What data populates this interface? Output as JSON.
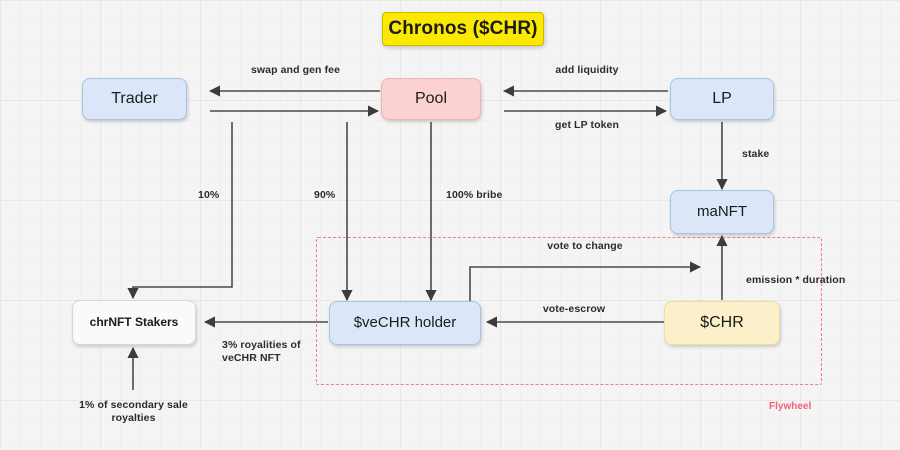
{
  "diagram": {
    "title": "Chronos ($CHR)",
    "background_color": "#f4f4f4",
    "title_color": "#fbe900",
    "flywheel_color": "#f4798c"
  },
  "nodes": {
    "trader": {
      "label": "Trader",
      "color": "#dbe7f8"
    },
    "pool": {
      "label": "Pool",
      "color": "#fbd1d1"
    },
    "lp": {
      "label": "LP",
      "color": "#dbe7f8"
    },
    "manft": {
      "label": "maNFT",
      "color": "#dbe7f8"
    },
    "stakers": {
      "label": "chrNFT Stakers",
      "color": "#fafafa"
    },
    "vechr": {
      "label": "$veCHR holder",
      "color": "#dbe7f8"
    },
    "chr": {
      "label": "$CHR",
      "color": "#fbf0c9"
    }
  },
  "edges": {
    "swap_and_gen_fee": "swap and gen fee",
    "trader_to_pool": "",
    "add_liquidity": "add liquidity",
    "get_lp_token": "get LP token",
    "stake": "stake",
    "ten_percent": "10%",
    "ninety_percent": "90%",
    "hundred_bribe": "100% bribe",
    "vote_to_change": "vote to change",
    "vote_escrow": "vote-escrow",
    "emission_duration": "emission * duration",
    "royalties_three": "3% royalities of\nveCHR NFT",
    "royalties_one": "1% of secondary sale\nroyalties"
  },
  "annotations": {
    "flywheel": "Flywheel"
  }
}
